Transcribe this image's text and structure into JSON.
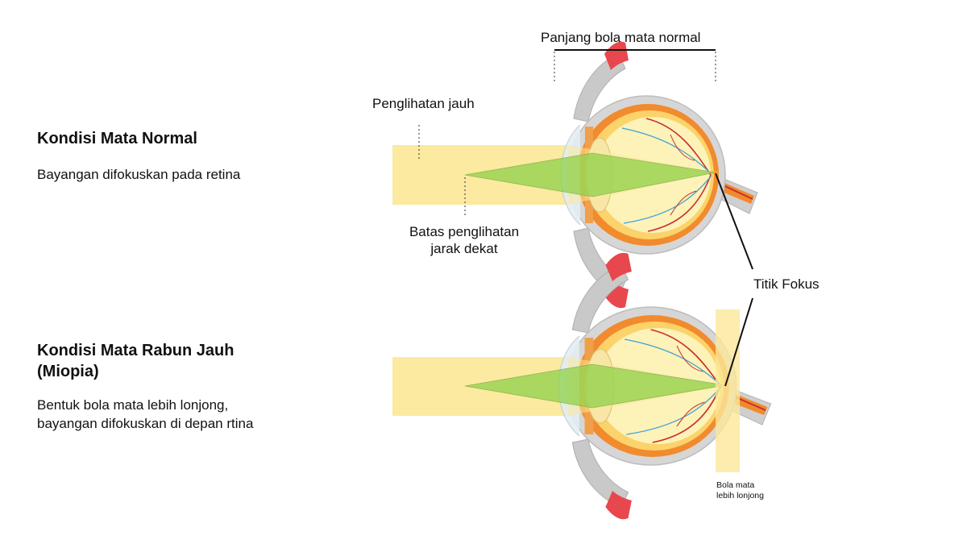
{
  "sections": {
    "normal": {
      "title": "Kondisi Mata Normal",
      "description": "Bayangan difokuskan pada retina"
    },
    "myopia": {
      "title_line1": "Kondisi Mata Rabun Jauh",
      "title_line2": "(Miopia)",
      "description_line1": "Bentuk bola mata lebih lonjong,",
      "description_line2": "bayangan difokuskan di depan rtina"
    }
  },
  "labels": {
    "eyeball_length": "Panjang bola mata normal",
    "far_vision": "Penglihatan jauh",
    "near_limit_line1": "Batas penglihatan",
    "near_limit_line2": "jarak dekat",
    "focal_point": "Titik Fokus",
    "elongated_line1": "Bola mata",
    "elongated_line2": "lebih lonjong"
  },
  "colors": {
    "light_beam": "#fbe99a",
    "focus_cone": "#8fd14a",
    "muscle": "#e8474e",
    "sclera": "#d4d4d4",
    "choroid": "#f28a2e",
    "vitreous": "#fdf2b8",
    "vessel_red": "#c9302c",
    "vessel_blue": "#3aa0d8"
  }
}
